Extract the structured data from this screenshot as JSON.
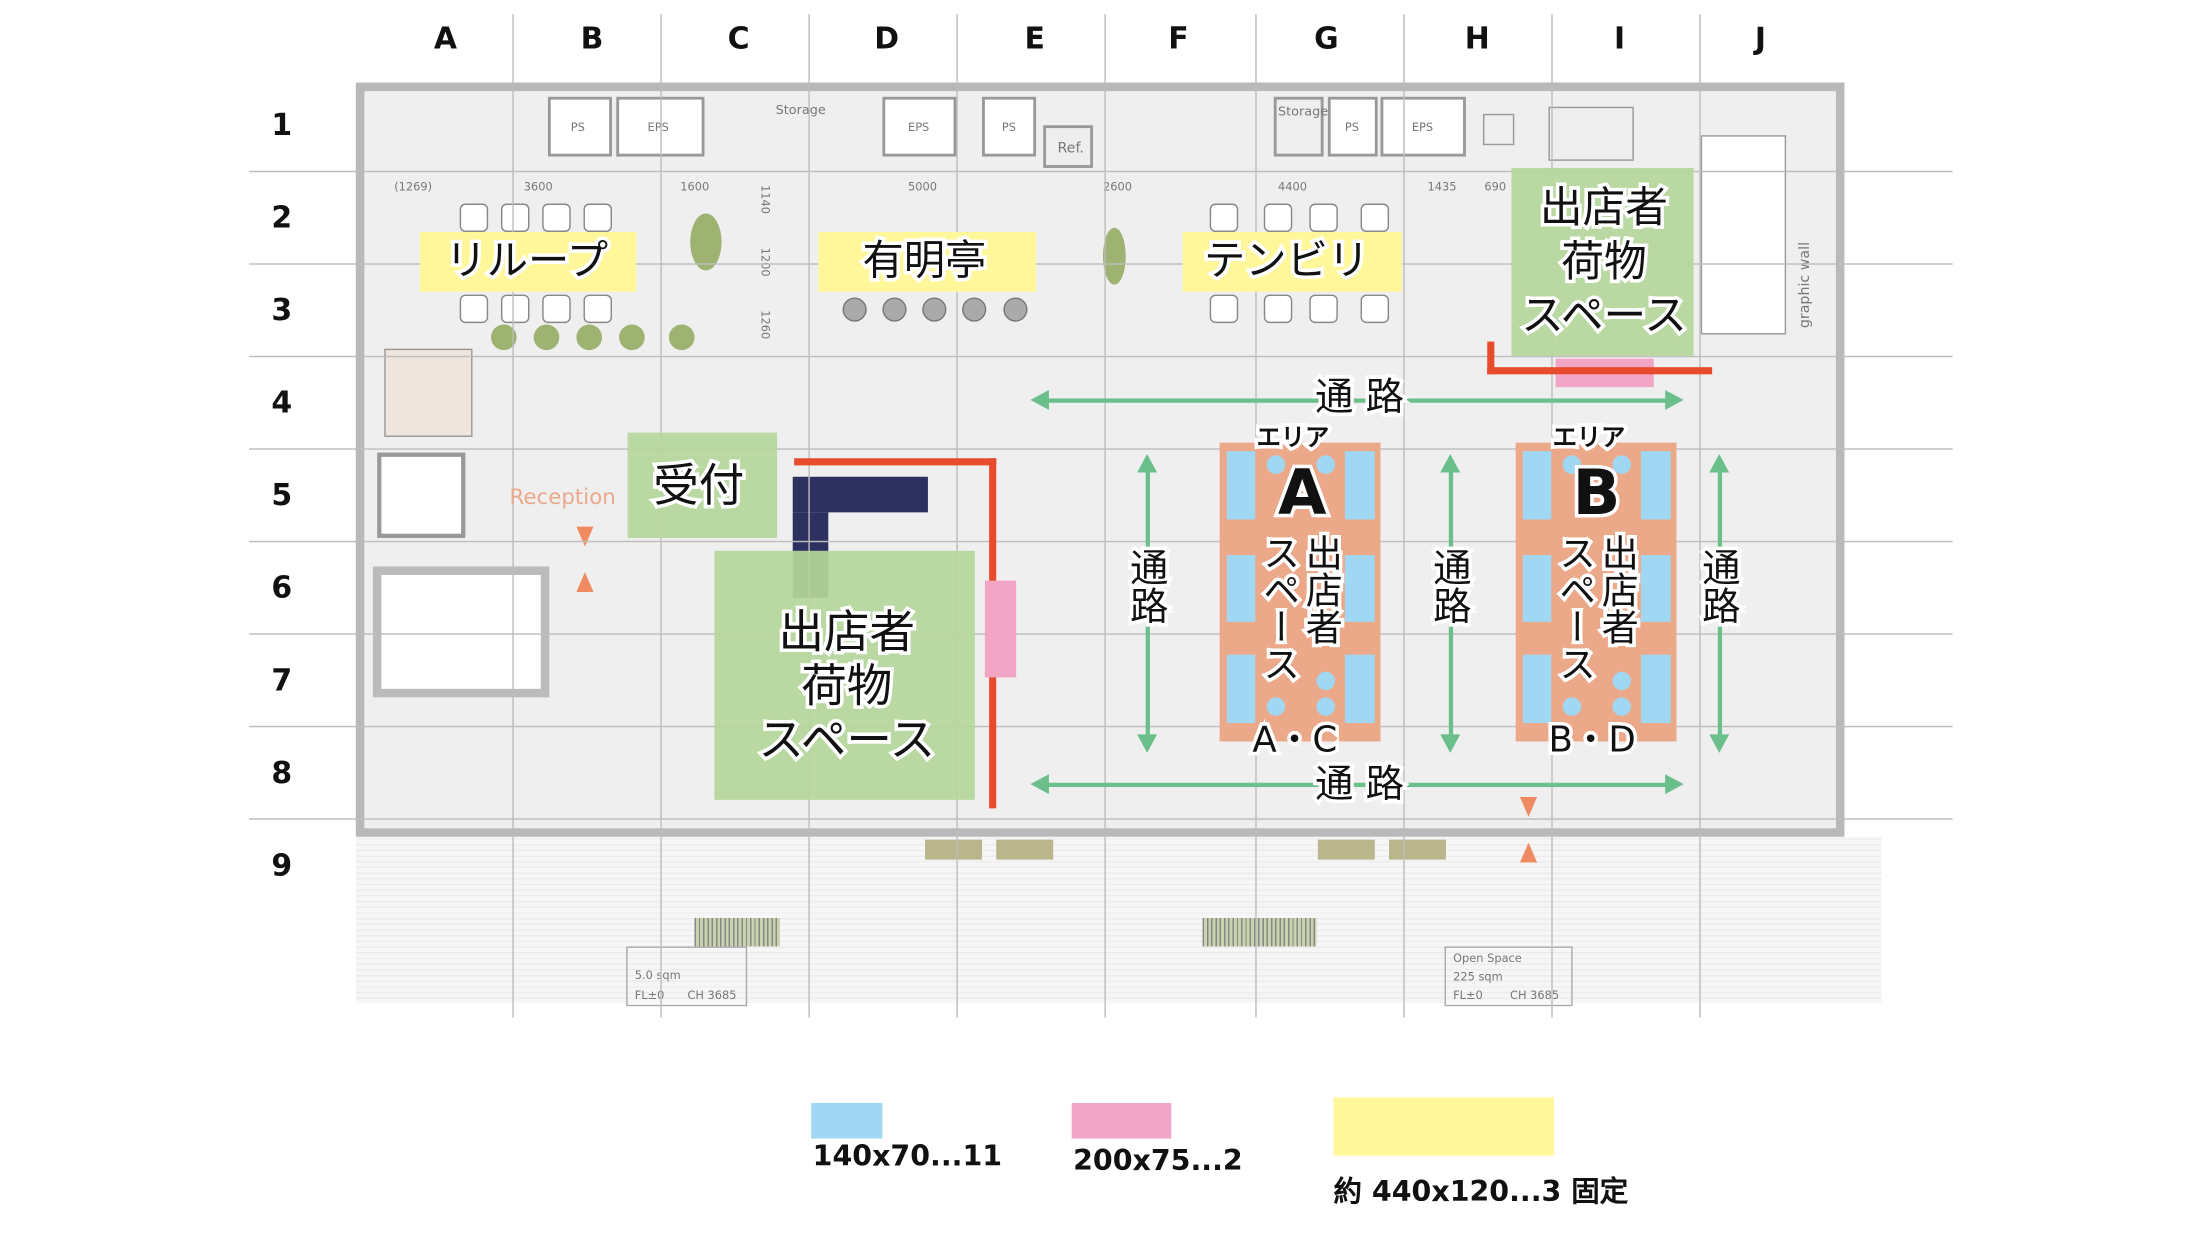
{
  "grid": {
    "columns": [
      "A",
      "B",
      "C",
      "D",
      "E",
      "F",
      "G",
      "H",
      "I",
      "J"
    ],
    "rows": [
      "1",
      "2",
      "3",
      "4",
      "5",
      "6",
      "7",
      "8",
      "9"
    ]
  },
  "shops": [
    "リループ",
    "有明亭",
    "テンビリ"
  ],
  "storage_label": {
    "line1": "出店者",
    "line2": "荷物",
    "line3": "スペース"
  },
  "reception": {
    "label": "受付",
    "plan_text": "Reception"
  },
  "aisle": {
    "horizontal": "通 路",
    "vertical": "通路"
  },
  "areas": [
    {
      "prefix": "エリア",
      "letter": "A",
      "label_1": "出店者",
      "label_2": "スペース",
      "booths": "A・C"
    },
    {
      "prefix": "エリア",
      "letter": "B",
      "label_1": "出店者",
      "label_2": "スペース",
      "booths": "B・D"
    }
  ],
  "plan_text": {
    "storage": "Storage",
    "ps": "PS",
    "eps": "EPS",
    "ref": "Ref.",
    "dims": [
      "(1269)",
      "3600",
      "1600",
      "5000",
      "2600",
      "4400",
      "1435",
      "690"
    ],
    "vdims": [
      "1140",
      "1200",
      "1260"
    ],
    "graphic_wall": "graphic wall",
    "open_space": "Open Space",
    "open_space_area": "225 sqm",
    "room_area": "5.0 sqm",
    "fl": "FL±0",
    "ch": "CH 3685"
  },
  "legend": [
    {
      "color": "#a0d8f3",
      "label": "140x70...11"
    },
    {
      "color": "#f2a5c5",
      "label": "200x75...2"
    },
    {
      "color": "#fff799",
      "label": "約 440x120...3 固定"
    }
  ],
  "colors": {
    "green_zone": "#b5d69a",
    "wall_red": "#e84a2c",
    "area_orange": "#eca98a",
    "arrow_green": "#6bbf8a"
  }
}
